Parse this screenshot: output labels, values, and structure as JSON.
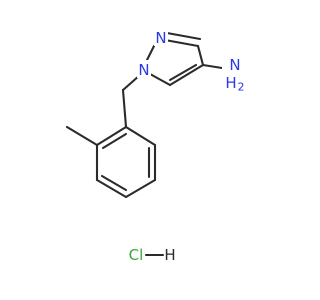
{
  "molecule": {
    "ring_nitrogen_top": "N",
    "ring_nitrogen_substituted": "N",
    "amine_nitrogen": "N",
    "amine_hydrogens": "H",
    "amine_h_subscript": "2",
    "salt_chlorine": "Cl",
    "salt_hydrogen": "H"
  },
  "colors": {
    "bond": "#2b2b2b",
    "nitrogen": "#2c37e6",
    "chlorine": "#3aa83a",
    "hydrogen": "#2b2b2b",
    "background": "#ffffff"
  }
}
